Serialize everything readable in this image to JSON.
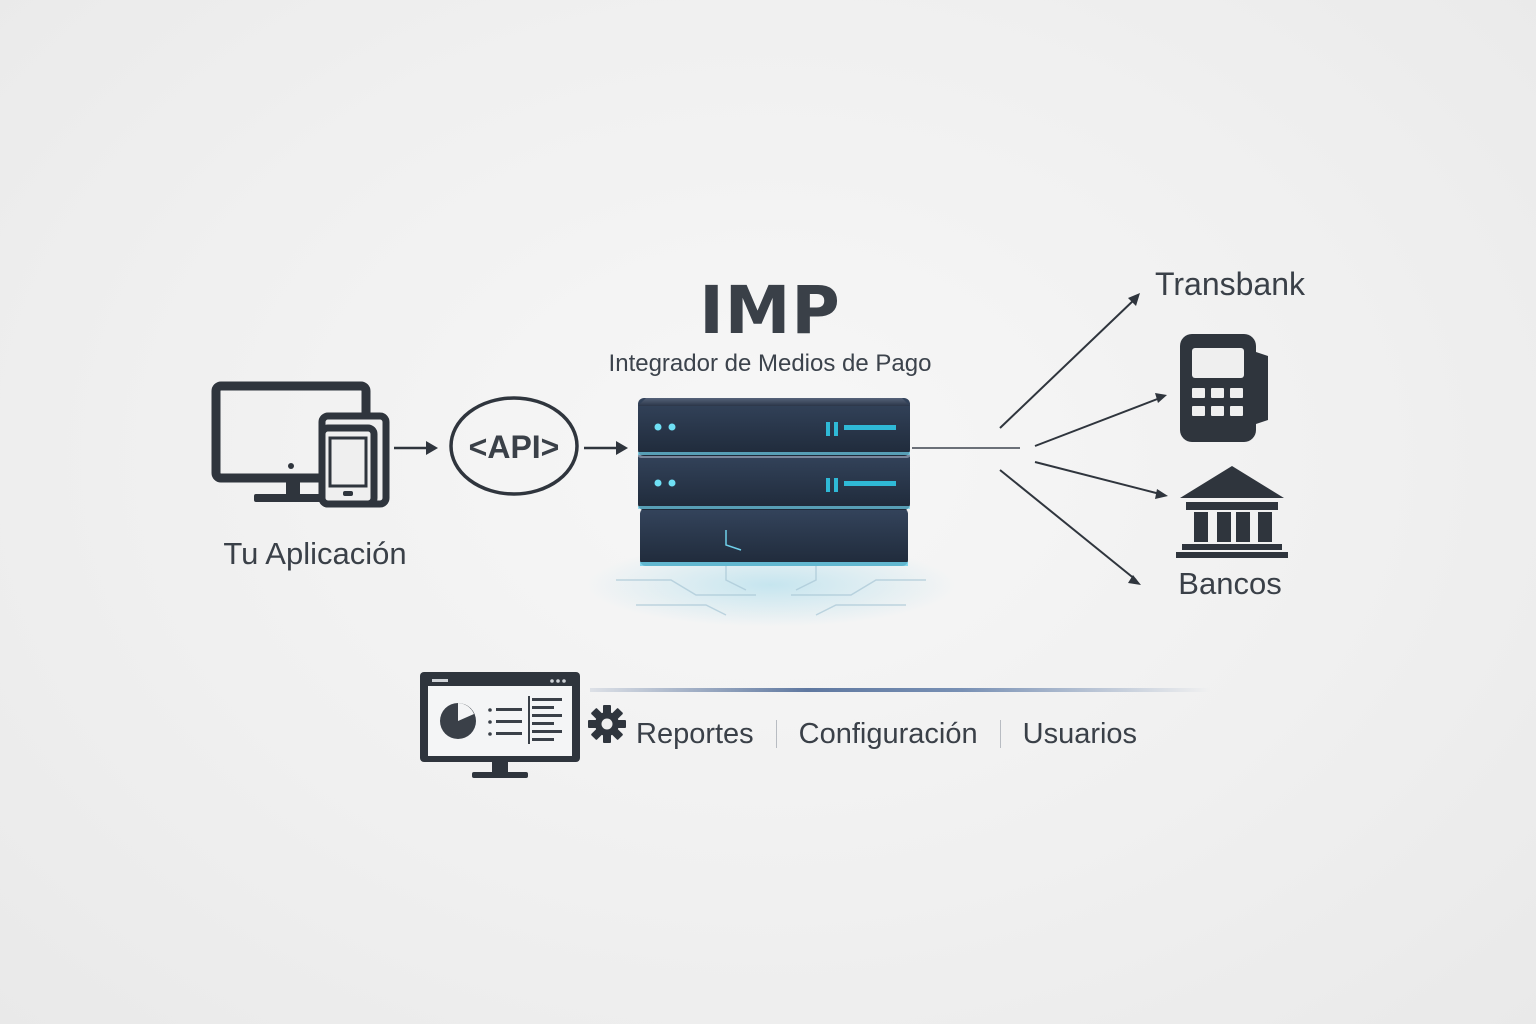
{
  "imp": {
    "title": "IMP",
    "subtitle": "Integrador de Medios de Pago"
  },
  "client": {
    "label": "Tu Aplicación",
    "icon": "devices-icon"
  },
  "api": {
    "label": "<API>"
  },
  "destinations": {
    "transbank": {
      "label": "Transbank",
      "icon": "payment-terminal-icon"
    },
    "bancos": {
      "label": "Bancos",
      "icon": "bank-icon"
    }
  },
  "admin": {
    "icon": "dashboard-monitor-icon",
    "settings_icon": "gear-icon",
    "menu": [
      {
        "label": "Reportes"
      },
      {
        "label": "Configuración"
      },
      {
        "label": "Usuarios"
      }
    ]
  },
  "colors": {
    "primary": "#3a4048",
    "server_body": "#273447",
    "server_light": "#2fb9d6",
    "background": "#efefef"
  }
}
